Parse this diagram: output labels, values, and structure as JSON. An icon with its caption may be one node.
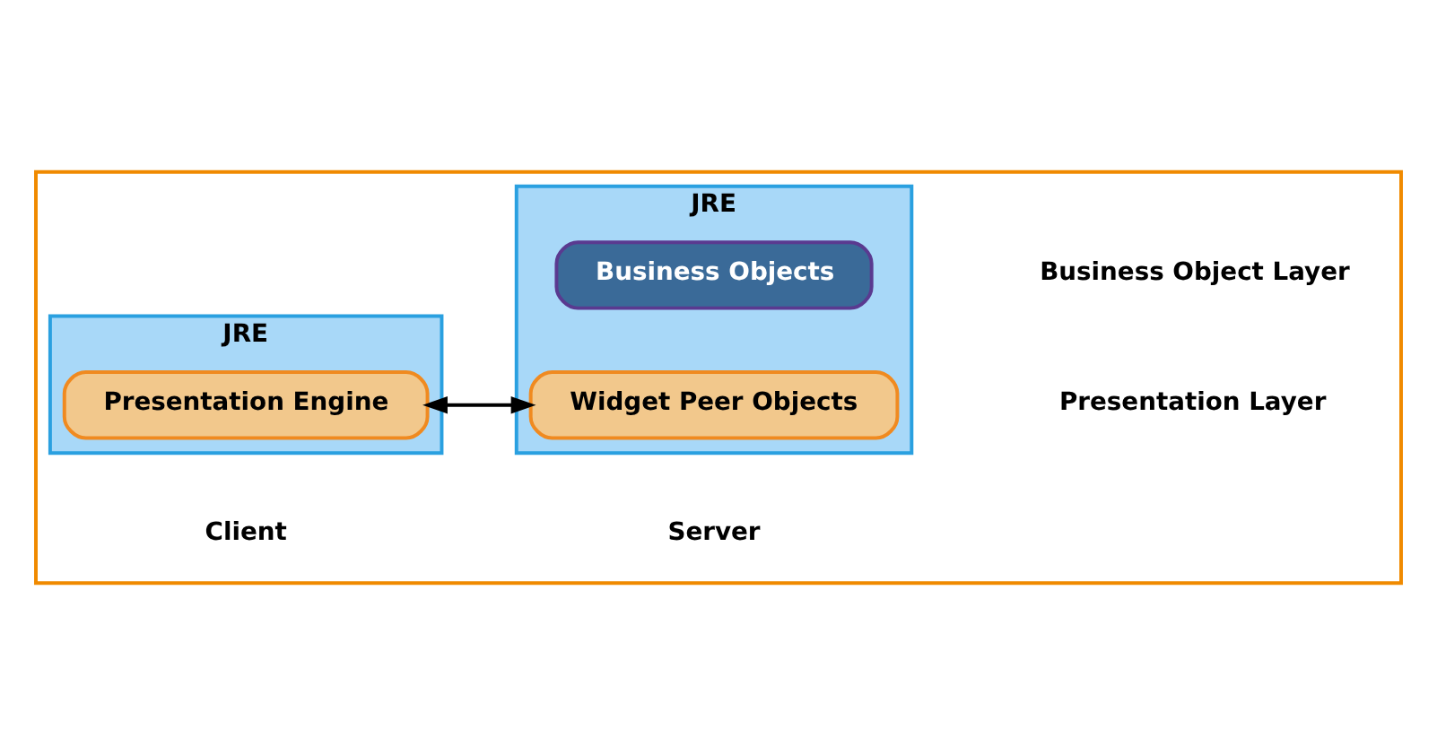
{
  "diagram": {
    "nodes": [
      {
        "text": [],
        "shape": "box"
      },
      {
        "text": [
          "JRE"
        ],
        "in": 0
      },
      {
        "text": [
          "Presentation Engine"
        ],
        "in": 1
      },
      {
        "text": [
          "JRE"
        ],
        "in": 0
      },
      {
        "text": [
          "Widget Peer Objects"
        ],
        "in": 3
      },
      {
        "text": [
          "Business Objects"
        ],
        "in": 3
      }
    ],
    "edges": [
      {
        "from": 2,
        "to": 4,
        "arrow": "both"
      }
    ],
    "labels": [
      "Presentation Layer",
      "Business Object Layer",
      "Client",
      "Server"
    ]
  }
}
